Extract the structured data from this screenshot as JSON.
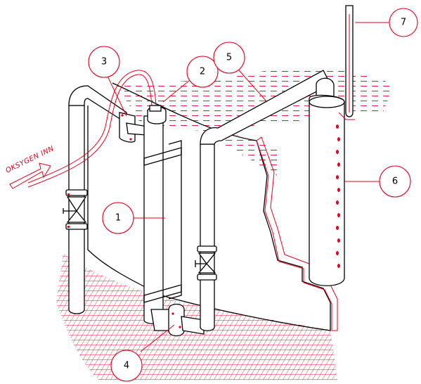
{
  "inlet_label": "OKSYGEN INN",
  "callouts": [
    "1",
    "2",
    "3",
    "4",
    "5",
    "6",
    "7"
  ],
  "colors": {
    "line": "#000000",
    "accent": "#e8001c",
    "background": "#ffffff"
  }
}
